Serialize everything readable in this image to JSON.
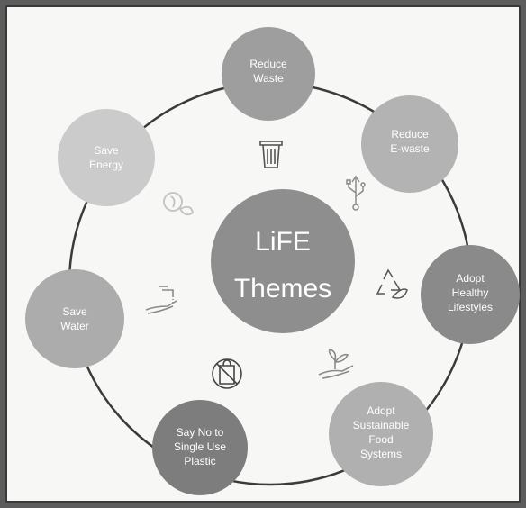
{
  "center": {
    "lines": [
      "LiFE",
      "Themes"
    ]
  },
  "themes": [
    {
      "lines": [
        "Reduce",
        "Waste"
      ],
      "color": "#9e9e9e",
      "icon": "trash-bin-icon"
    },
    {
      "lines": [
        "Reduce",
        "E-waste"
      ],
      "color": "#b3b3b3",
      "icon": "usb-icon"
    },
    {
      "lines": [
        "Adopt",
        "Healthy",
        "Lifestyles"
      ],
      "color": "#8a8a8a",
      "icon": "recycle-leaf-icon"
    },
    {
      "lines": [
        "Adopt",
        "Sustainable",
        "Food",
        "Systems"
      ],
      "color": "#b0b0b0",
      "icon": "hand-plant-icon"
    },
    {
      "lines": [
        "Say No to",
        "Single Use",
        "Plastic"
      ],
      "color": "#7d7d7d",
      "icon": "no-plastic-bag-icon"
    },
    {
      "lines": [
        "Save",
        "Water"
      ],
      "color": "#acacac",
      "icon": "hand-tap-water-icon"
    },
    {
      "lines": [
        "Save",
        "Energy"
      ],
      "color": "#cbcbcb",
      "icon": "energy-bulb-leaf-icon"
    }
  ],
  "colors": {
    "center": "#8e8e8e",
    "ring": "#3b3b3b",
    "icon": "#8a8a8a"
  }
}
